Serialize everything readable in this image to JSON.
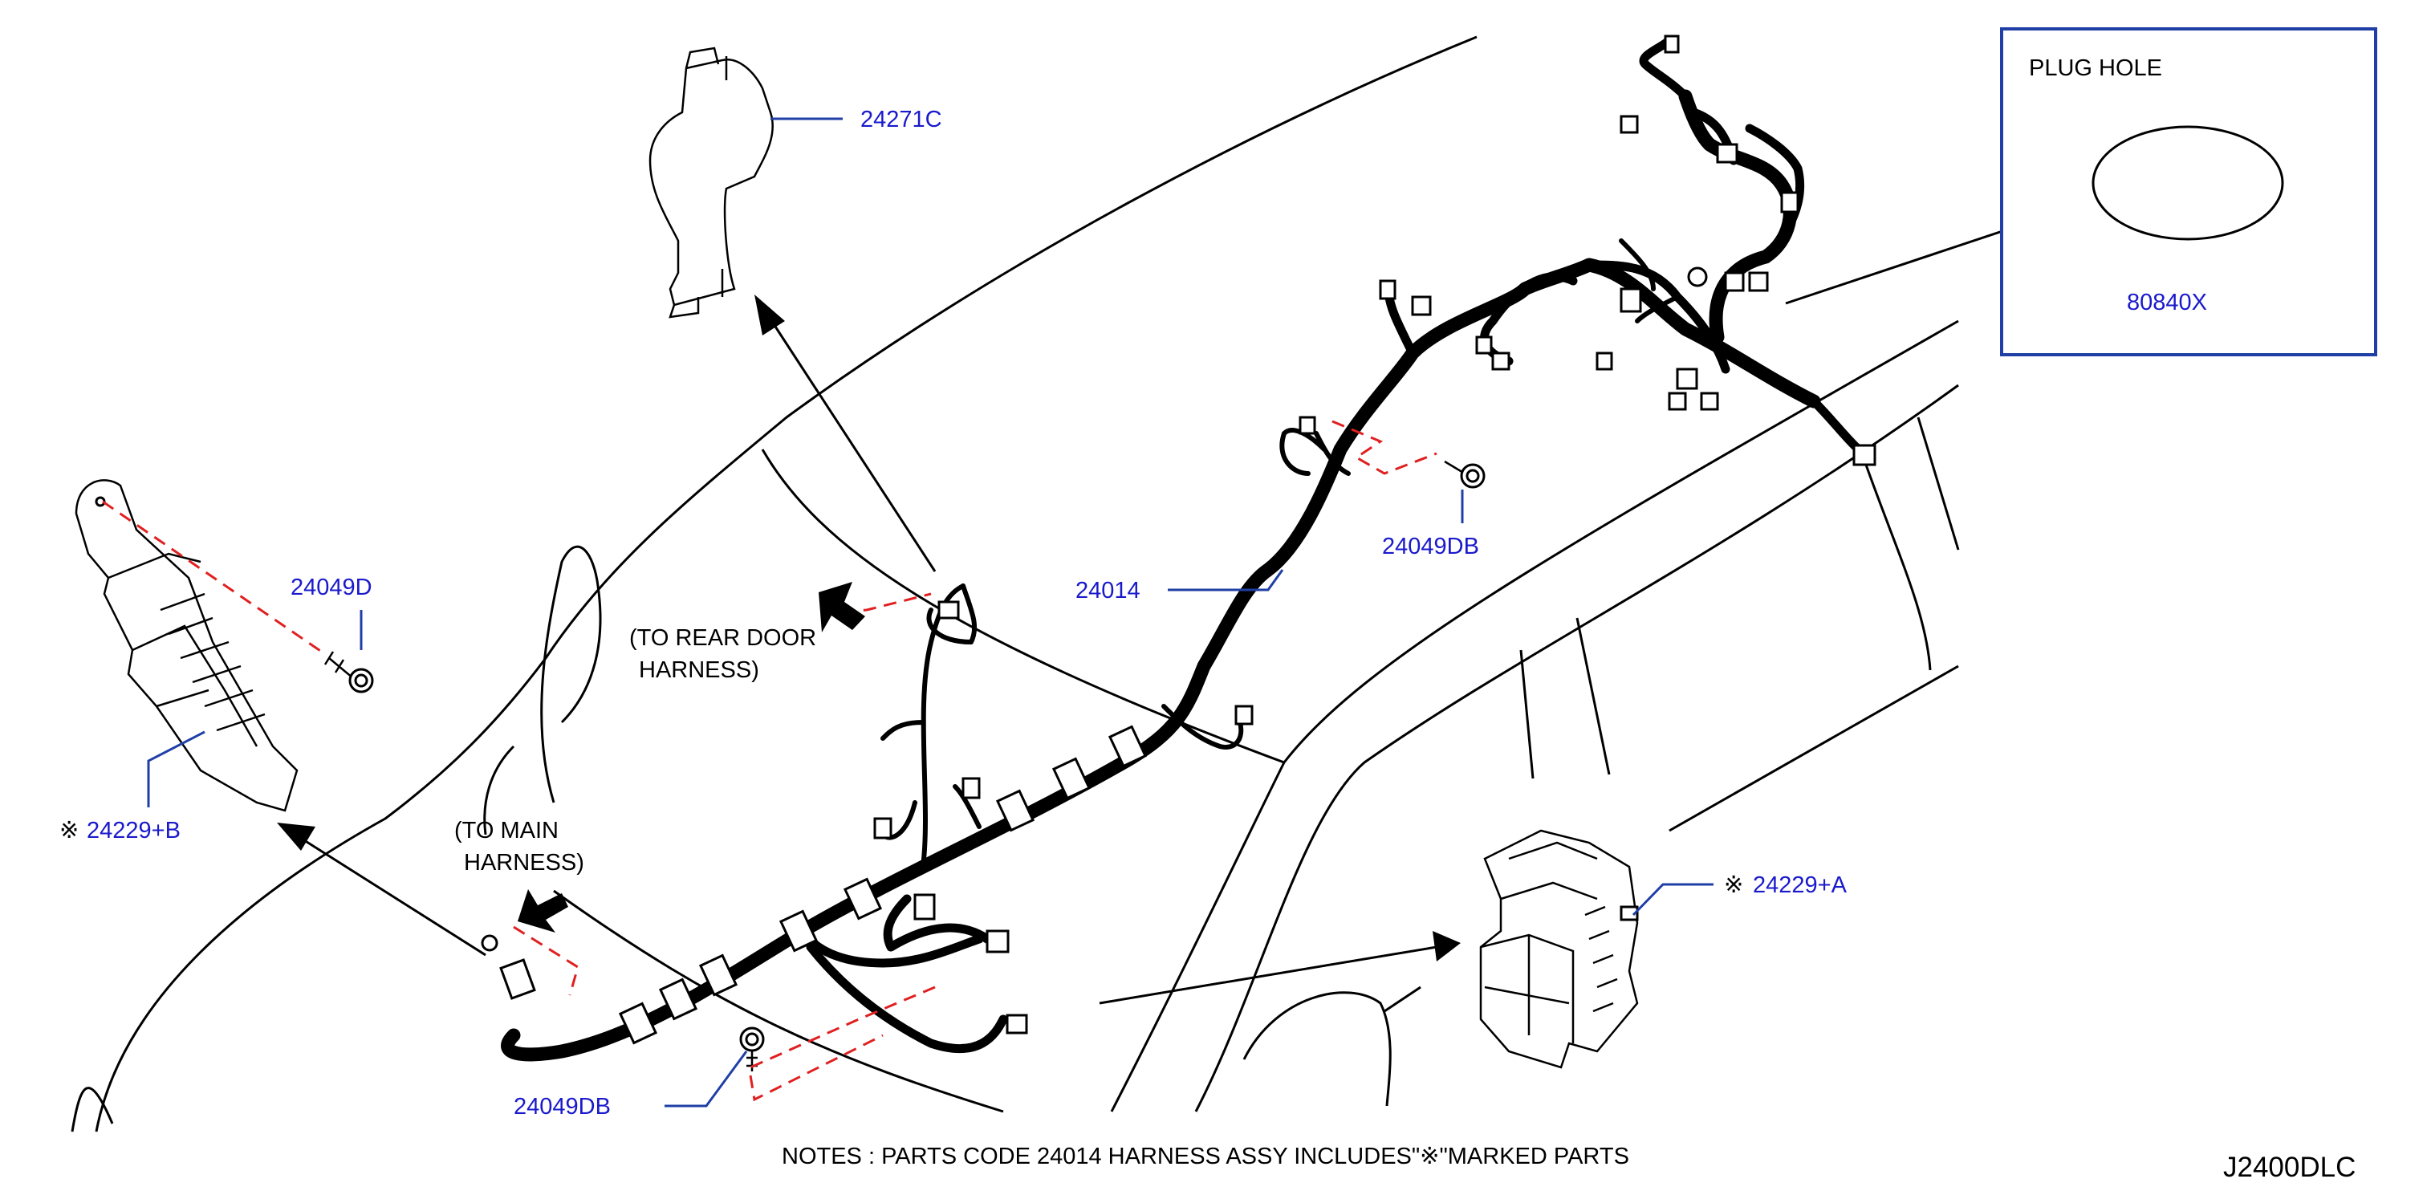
{
  "parts": {
    "p_24271C": "24271C",
    "p_24014": "24014",
    "p_24049DB_top": "24049DB",
    "p_24049DB_bottom": "24049DB",
    "p_24049D": "24049D",
    "p_24229B": "24229+B",
    "p_24229A": "24229+A",
    "p_80840X": "80840X"
  },
  "marks": {
    "b": "※",
    "a": "※"
  },
  "labels": {
    "rear_door_1": "(TO  REAR  DOOR",
    "rear_door_2": "HARNESS)",
    "main_1": "(TO  MAIN",
    "main_2": "HARNESS)"
  },
  "inset": {
    "title": "PLUG  HOLE"
  },
  "notes": "NOTES  :  PARTS  CODE  24014  HARNESS  ASSY  INCLUDES\"※\"MARKED  PARTS",
  "diagram_code": "J2400DLC",
  "colors": {
    "part_number": "#1a1acc",
    "leader_line": "#1f3fa6",
    "hidden_line": "#e02020",
    "linework": "#000000"
  }
}
